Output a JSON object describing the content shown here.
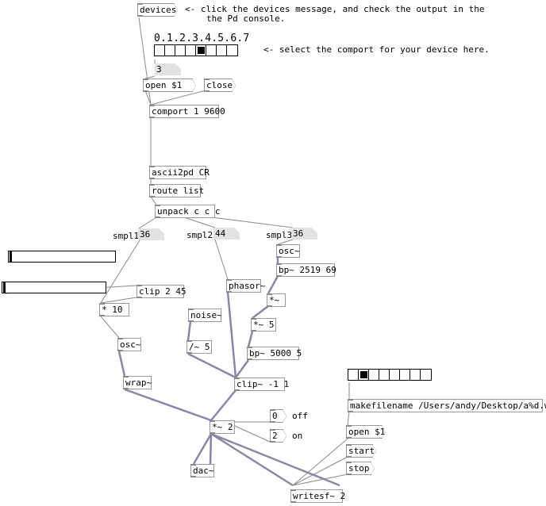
{
  "objects": {
    "devices": "devices",
    "open_msg": "open $1",
    "close_msg": "close",
    "comport": "comport 1 9600",
    "ascii2pd": "ascii2pd CR",
    "route_list": "route list",
    "unpack": "unpack c c c",
    "osc_a": "osc~",
    "bp_a": "bp~ 2519 69",
    "phasor": "phasor~",
    "noise": "noise~",
    "clip_a": "clip 2 45",
    "mult10": "* 10",
    "osc_b": "osc~",
    "wrap": "wrap~",
    "mul_sig": "*~",
    "mul5": "*~ 5",
    "div5": "/~ 5",
    "bp_b": "bp~ 5000 5",
    "clip_b": "clip~ -1 1",
    "mul2": "*~ 2",
    "dac": "dac~",
    "writesf": "writesf~ 2",
    "makefilename": "makefilename /Users/andy/Desktop/a%d.wav",
    "open_file_msg": "open $1",
    "start_msg": "start",
    "stop_msg": "stop",
    "off_msg": "0",
    "on_msg": "2"
  },
  "numbers": {
    "comport_num": "3",
    "smpl1_val": "36",
    "smpl2_val": "44",
    "smpl3_val": "36"
  },
  "labels": {
    "smpl1": "smpl1",
    "smpl2": "smpl2",
    "smpl3": "smpl3",
    "off": "off",
    "on": "on"
  },
  "comments": {
    "devices_hint_1": "<- click the devices message, and check the output in the",
    "devices_hint_2": "the Pd console.",
    "comport_hint": "<- select the comport for your device here."
  },
  "radio_top": {
    "header": "0.1.2.3.4.5.6.7",
    "cells": 8,
    "selected": 4
  },
  "radio_file": {
    "cells": 8,
    "selected": 1
  },
  "sliders": {
    "slider_a_value": 0,
    "slider_b_value": 0
  },
  "colors": {
    "wire_signal": "#8a87a3",
    "wire_control": "#8a8a8a",
    "box_border": "#9a9a9a",
    "atom_fill": "#e2e2e2"
  }
}
